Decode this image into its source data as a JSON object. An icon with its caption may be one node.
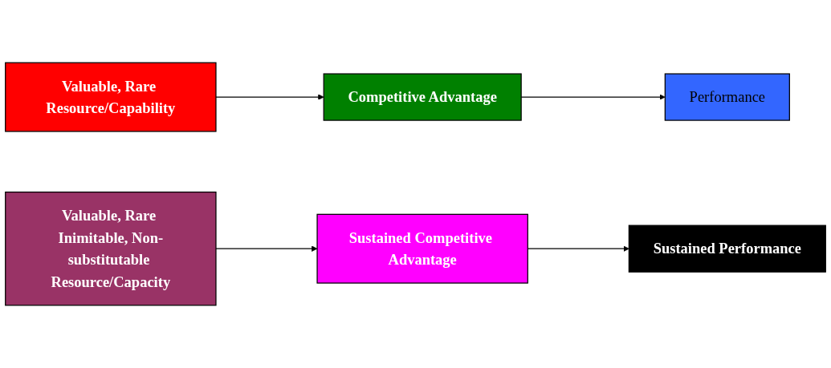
{
  "diagram": {
    "nodes": [
      {
        "text": [
          "Valuable, Rare Resource/Capability"
        ]
      },
      {
        "text": [
          "Competitive Advantage"
        ]
      },
      {
        "text": [
          "Performance"
        ]
      },
      {
        "text": [
          "Valuable, Rare Inimitable, Non-substitutable Resource/Capacity"
        ]
      },
      {
        "text": [
          "Sustained Competitive Advantage"
        ]
      },
      {
        "text": [
          "Sustained Performance"
        ]
      }
    ],
    "edges": [
      {
        "from": 0,
        "to": 1,
        "arrow": "to"
      },
      {
        "from": 1,
        "to": 2,
        "arrow": "to"
      },
      {
        "from": 3,
        "to": 4,
        "arrow": "to"
      },
      {
        "from": 4,
        "to": 5,
        "arrow": "to"
      }
    ]
  }
}
